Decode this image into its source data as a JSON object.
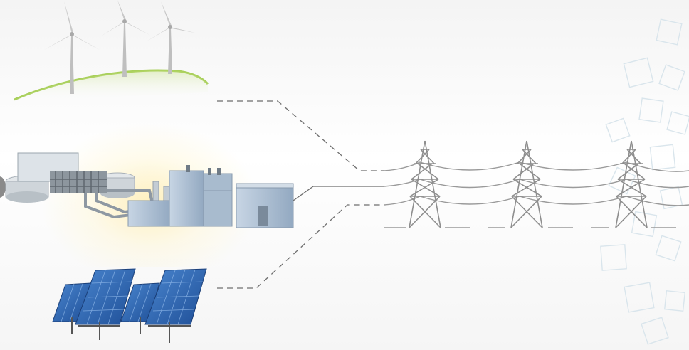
{
  "scene": {
    "sources": [
      {
        "name": "wind-farm-icon",
        "turbines": 3
      },
      {
        "name": "power-plant-icon"
      },
      {
        "name": "solar-farm-icon",
        "panels": 4
      }
    ],
    "towers": 3,
    "colors": {
      "hill": "#a8cf5a",
      "line": "#8a8a8a",
      "panel": "#2f66b3",
      "building": "#aebfd2",
      "pattern": "#d6e2ea"
    }
  }
}
